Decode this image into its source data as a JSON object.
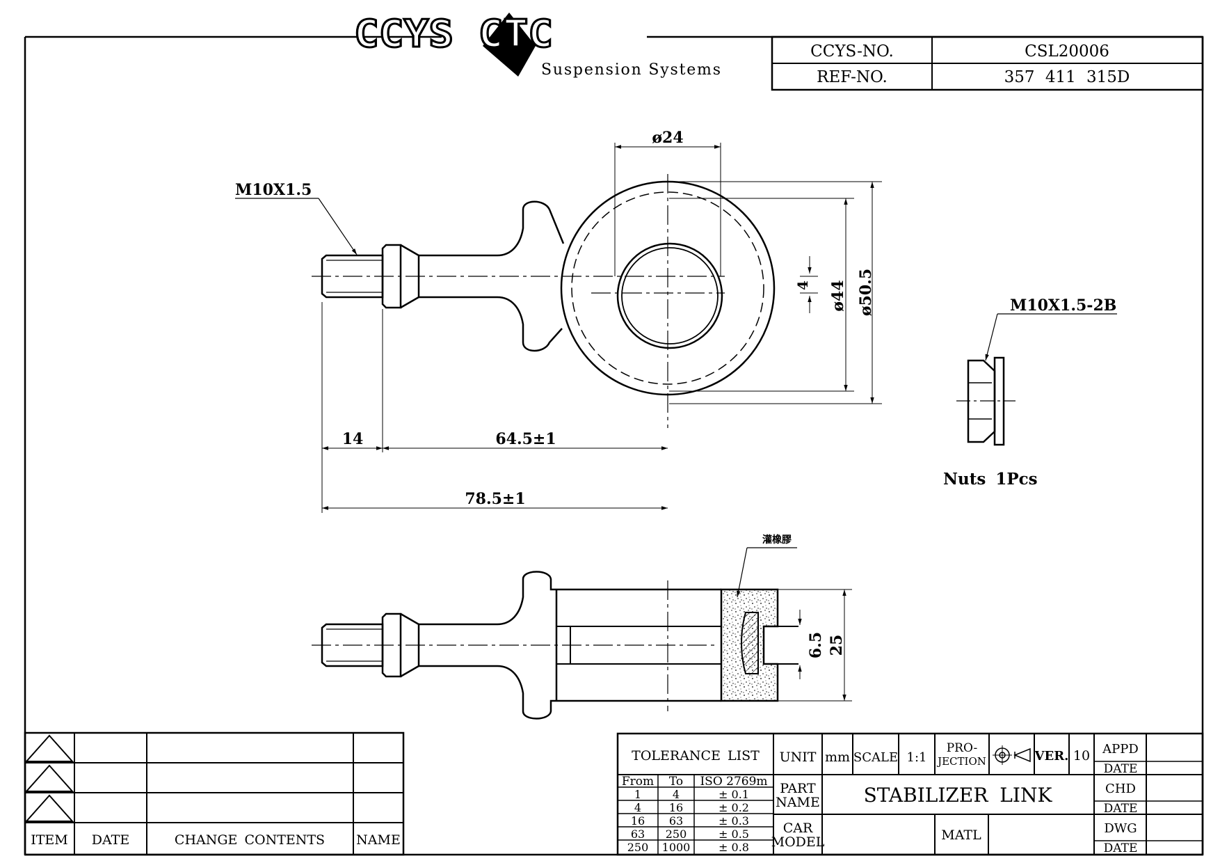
{
  "header": {
    "logo_text": "CCYS CTC",
    "logo_subtitle": "Suspension Systems",
    "ccys_no_label": "CCYS-NO.",
    "ccys_no_value": "CSL20006",
    "ref_no_label": "REF-NO.",
    "ref_no_value": "357 411 315D"
  },
  "top_view": {
    "thread_spec": "M10X1.5",
    "dim_bore": "ø24",
    "dim_inner_ring": "ø44",
    "dim_outer_ring": "ø50.5",
    "dim_offset": "4",
    "dim_thread_length": "14",
    "dim_shank": "64.5±1",
    "dim_total": "78.5±1"
  },
  "nut": {
    "thread_spec": "M10X1.5-2B",
    "quantity_label": "Nuts 1Pcs"
  },
  "side_view": {
    "material_note": "灌橡膠",
    "dim_slot": "6.5",
    "dim_width": "25"
  },
  "revision_block": {
    "headers": [
      "ITEM",
      "DATE",
      "CHANGE CONTENTS",
      "NAME"
    ]
  },
  "title_block": {
    "tolerance_title": "TOLERANCE LIST",
    "tolerance_headers": [
      "From",
      "To",
      "ISO 2769m"
    ],
    "tolerance_rows": [
      [
        "1",
        "4",
        "± 0.1"
      ],
      [
        "4",
        "16",
        "± 0.2"
      ],
      [
        "16",
        "63",
        "± 0.3"
      ],
      [
        "63",
        "250",
        "± 0.5"
      ],
      [
        "250",
        "1000",
        "± 0.8"
      ]
    ],
    "unit_label": "UNIT",
    "unit_value": "mm",
    "scale_label": "SCALE",
    "scale_value": "1:1",
    "projection_label_1": "PRO-",
    "projection_label_2": "JECTION",
    "version_label": "VER.",
    "version_value": "10",
    "part_name_label_1": "PART",
    "part_name_label_2": "NAME",
    "part_name_value": "STABILIZER LINK",
    "car_model_label_1": "CAR",
    "car_model_label_2": "MODEL",
    "car_model_value": "",
    "matl_label": "MATL",
    "matl_value": "",
    "appd_label": "APPD",
    "chd_label": "CHD",
    "dwg_label": "DWG",
    "date_label": "DATE"
  }
}
